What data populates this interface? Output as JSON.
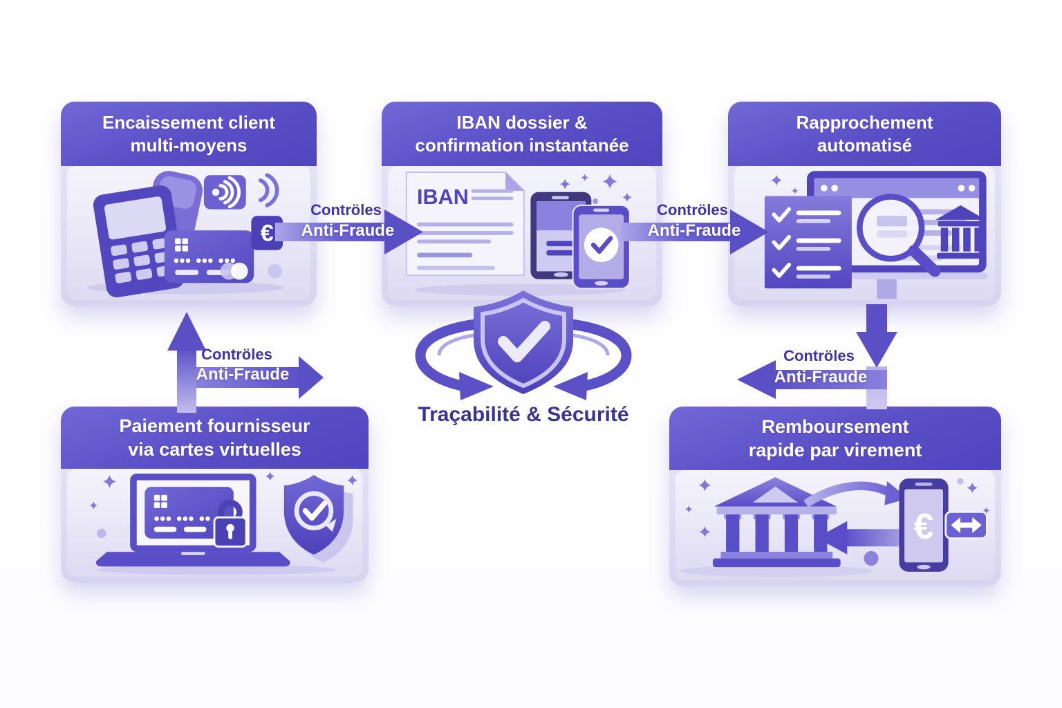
{
  "palette": {
    "header_purple": "#5a4ec6",
    "arrow_purple": "#5b50c6",
    "label_dark_purple": "#4036a3",
    "caption_purple": "#3b3492",
    "card_body_lavender": "#e9e7f8",
    "icon_dark_purple": "#4f44bb",
    "white": "#ffffff"
  },
  "cards": {
    "encaissement": {
      "title_line1": "Encaissement client",
      "title_line2": "multi-moyens",
      "euro_symbol": "€",
      "icons": [
        "pos-terminal",
        "credit-card",
        "contactless-tile",
        "nfc-waves",
        "euro-badge"
      ]
    },
    "iban": {
      "title_line1": "IBAN dossier &",
      "title_line2": "confirmation instantanée",
      "doc_label": "IBAN",
      "icons": [
        "iban-document",
        "phone",
        "phone-check",
        "sparkles"
      ]
    },
    "rapprochement": {
      "title_line1": "Rapprochement",
      "title_line2": "automatisé",
      "icons": [
        "checklist",
        "browser-window",
        "magnifier",
        "bank",
        "sparkles"
      ]
    },
    "paiement": {
      "title_line1": "Paiement fournisseur",
      "title_line2": "via cartes virtuelles",
      "icons": [
        "laptop",
        "virtual-card",
        "padlock",
        "secure-shield",
        "sparkles"
      ]
    },
    "remboursement": {
      "title_line1": "Remboursement",
      "title_line2": "rapide par virement",
      "euro_symbol": "€",
      "icons": [
        "bank-building",
        "curved-arrow",
        "left-arrow",
        "phone-euro",
        "transfer-tag",
        "sparkles"
      ]
    }
  },
  "fraud_controls_label": {
    "line1": "Contröles",
    "line2": "Anti-Fraude"
  },
  "center": {
    "caption": "Traçabilité & Sécurité",
    "icons": [
      "shield-check",
      "cycle-arrows"
    ]
  }
}
